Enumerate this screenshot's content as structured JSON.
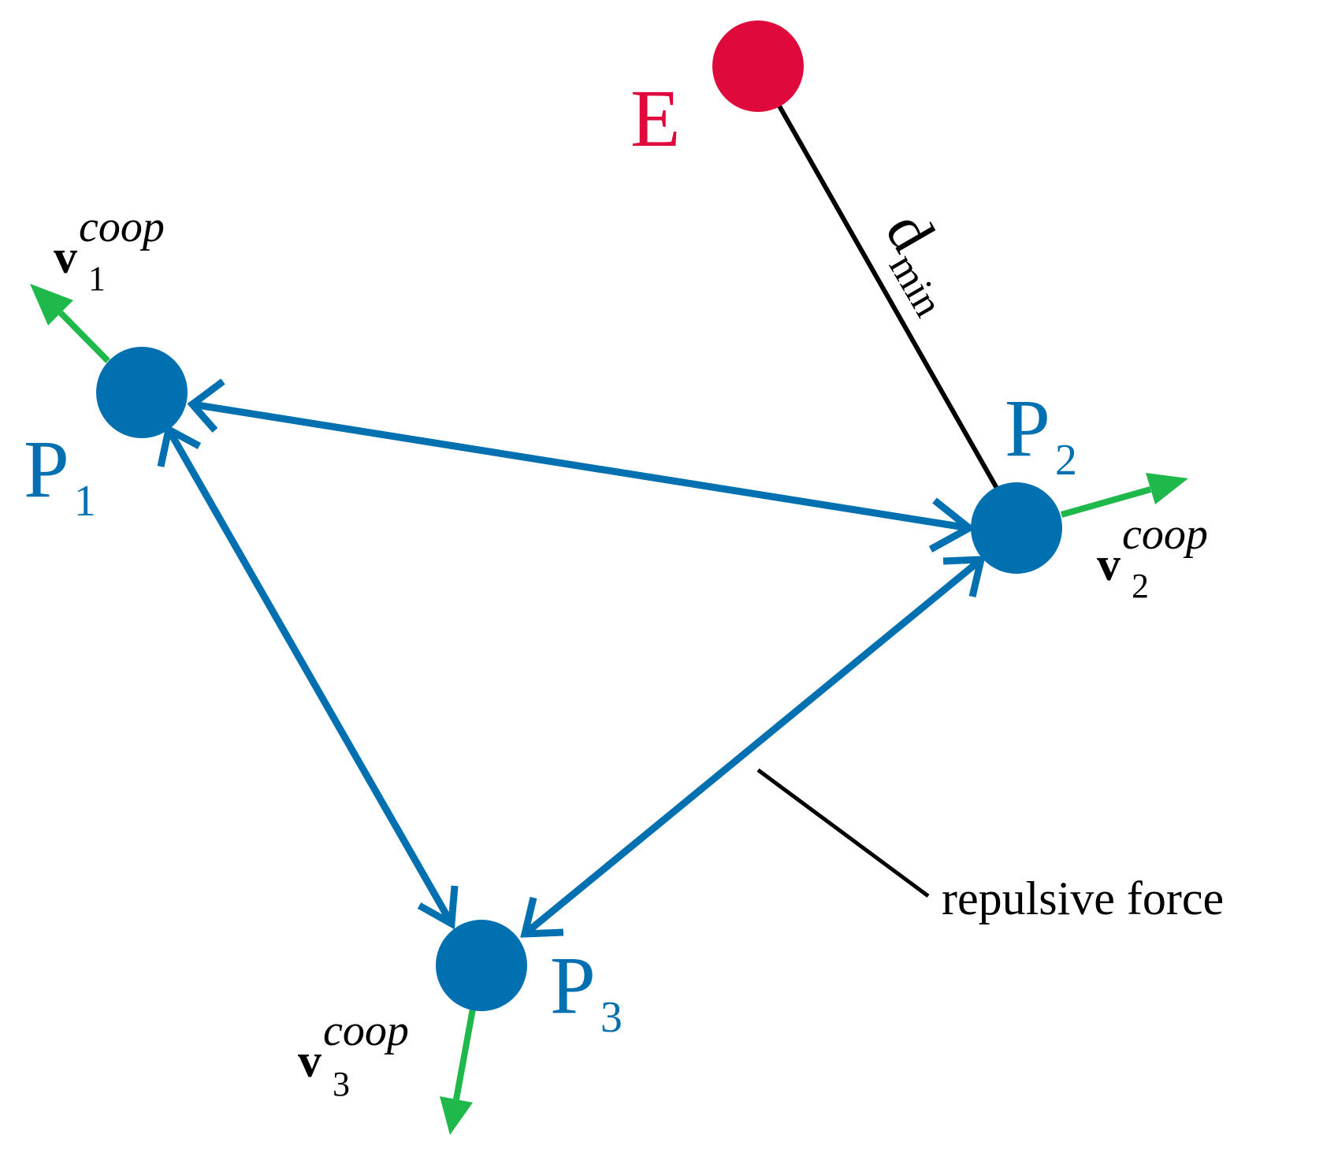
{
  "colors": {
    "agent": "#0070b0",
    "evader": "#e0093c",
    "velocity": "#1fb84a",
    "ink": "#000000"
  },
  "labels": {
    "evader": "E",
    "pursuer_letter": "P",
    "p1_sub": "1",
    "p2_sub": "2",
    "p3_sub": "3",
    "v_letter": "v",
    "coop": "coop",
    "d_letter": "d",
    "min": "min",
    "repulsive": "repulsive force"
  }
}
